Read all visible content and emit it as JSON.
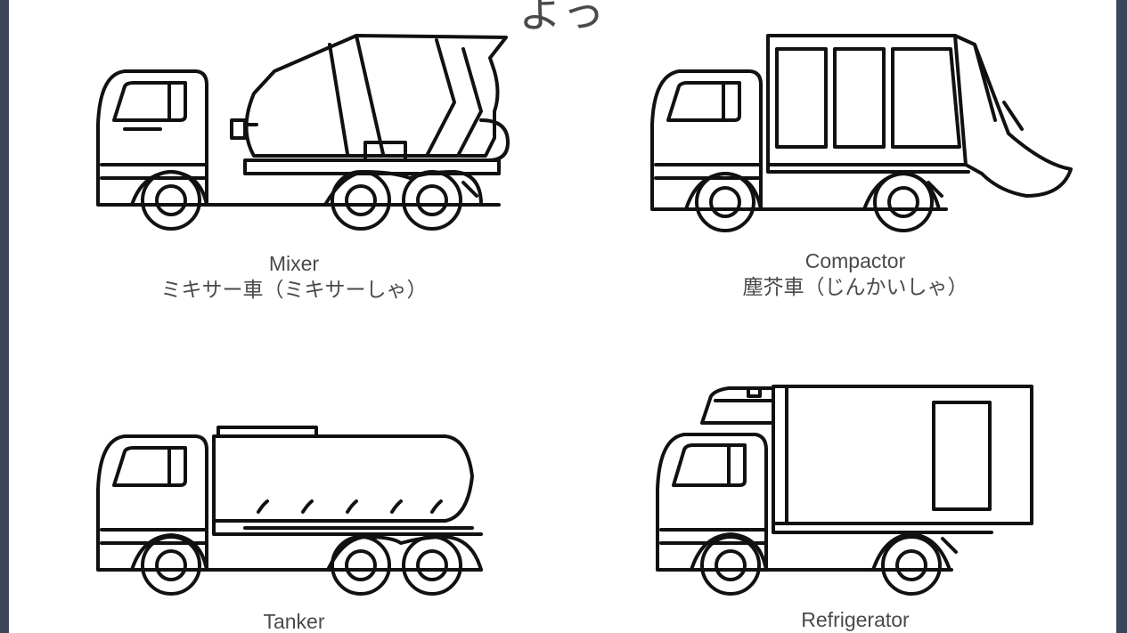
{
  "page": {
    "title_fragment": "よっ"
  },
  "vehicles": [
    {
      "id": "mixer",
      "en": "Mixer",
      "jp": "ミキサー車（ミキサーしゃ）",
      "icon": "mixer-truck-icon"
    },
    {
      "id": "compactor",
      "en": "Compactor",
      "jp": "塵芥車（じんかいしゃ）",
      "icon": "compactor-truck-icon"
    },
    {
      "id": "tanker",
      "en": "Tanker",
      "jp": "",
      "icon": "tanker-truck-icon"
    },
    {
      "id": "refrigerator",
      "en": "Refrigerator",
      "jp": "",
      "icon": "refrigerator-truck-icon"
    }
  ],
  "colors": {
    "background": "#3b4658",
    "sheet": "#ffffff",
    "text": "#4a4a4a",
    "line": "#111111"
  }
}
